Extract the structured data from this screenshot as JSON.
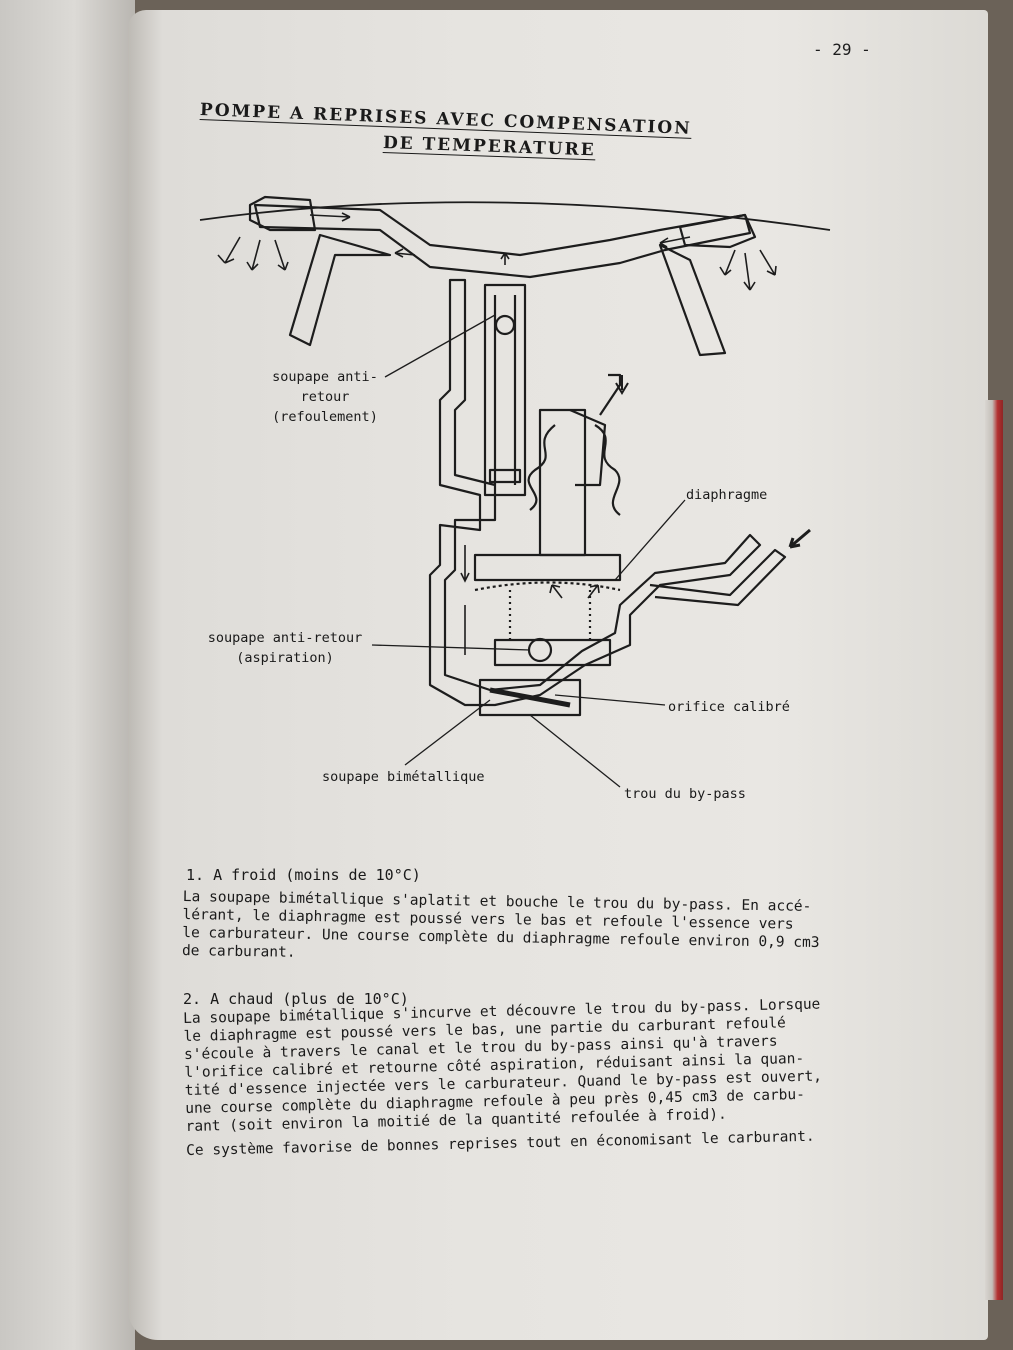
{
  "page_number": "- 29 -",
  "title_line1": "POMPE A REPRISES AVEC COMPENSATION",
  "title_line2": "DE TEMPERATURE",
  "diagram_labels": {
    "soupape_refoulement_1": "soupape anti-retour",
    "soupape_refoulement_2": "(refoulement)",
    "diaphragme": "diaphragme",
    "soupape_aspiration_1": "soupape anti-retour",
    "soupape_aspiration_2": "(aspiration)",
    "orifice": "orifice calibré",
    "bimetallique": "soupape bimétallique",
    "bypass": "trou du by-pass"
  },
  "section1": {
    "heading": "1. A froid (moins de 10°C)",
    "lines": [
      "La soupape bimétallique s'aplatit et bouche le trou du by-pass. En accé-",
      "lérant, le diaphragme est poussé vers le bas et refoule l'essence vers",
      "le carburateur. Une course complète du diaphragme refoule environ 0,9 cm3",
      "de carburant."
    ]
  },
  "section2": {
    "heading": "2. A chaud (plus de 10°C)",
    "lines": [
      "La soupape bimétallique s'incurve et découvre le trou du by-pass. Lorsque",
      "le diaphragme est poussé vers le bas, une partie du carburant refoulé",
      "s'écoule à travers le canal et le trou du by-pass ainsi qu'à travers",
      "l'orifice calibré et retourne côté aspiration, réduisant ainsi la quan-",
      "tité d'essence injectée vers le carburateur. Quand le by-pass est ouvert,",
      "une course complète du diaphragme refoule à peu près 0,45 cm3 de carbu-",
      "rant (soit environ la moitié de la quantité refoulée à froid).",
      "Ce système favorise de bonnes reprises tout en économisant le carburant."
    ]
  }
}
